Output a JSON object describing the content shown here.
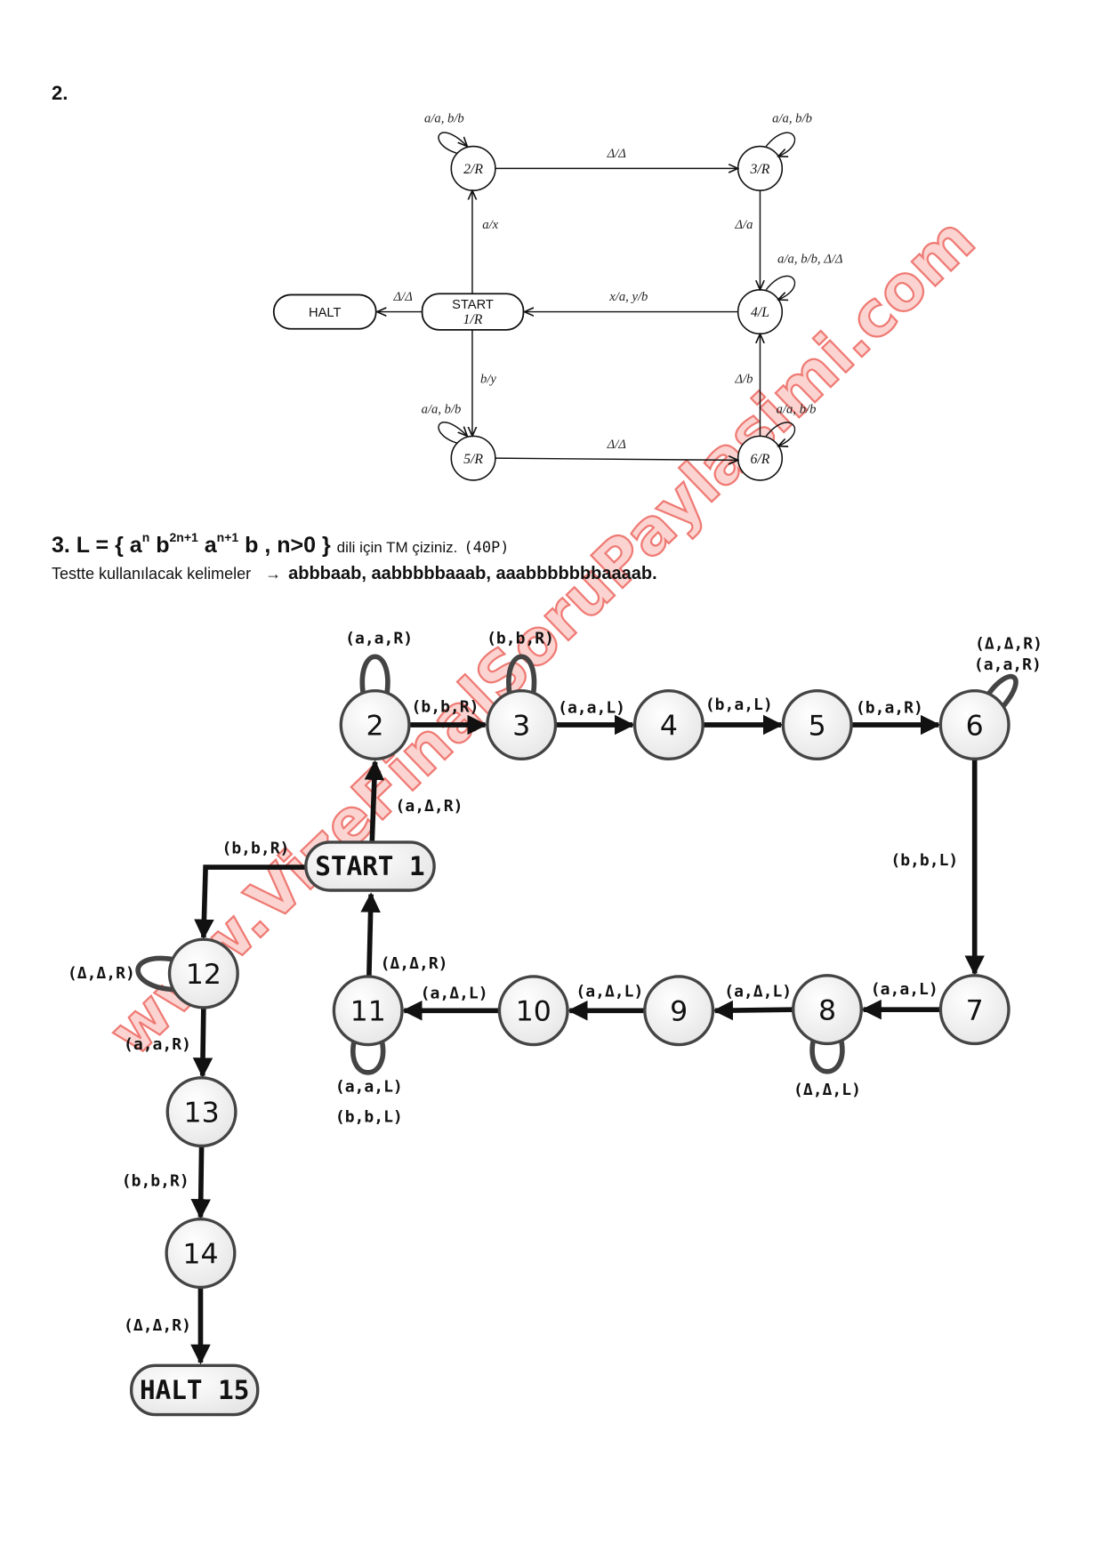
{
  "question2": {
    "number": "2.",
    "states": {
      "s2": "2/R",
      "s3": "3/R",
      "s4": "4/L",
      "s5": "5/R",
      "s6": "6/R",
      "start_line1": "START",
      "start_line2": "1/R",
      "halt": "HALT"
    },
    "edges": [
      {
        "from": "s2",
        "to": "s3",
        "label": "Δ/Δ"
      },
      {
        "from": "start",
        "to": "s2",
        "label": "a/x"
      },
      {
        "from": "s3",
        "to": "s4",
        "label": "Δ/a"
      },
      {
        "from": "s4",
        "to": "start",
        "label": "x/a, y/b"
      },
      {
        "from": "start",
        "to": "halt",
        "label": "Δ/Δ"
      },
      {
        "from": "start",
        "to": "s5",
        "label": "b/y"
      },
      {
        "from": "s5",
        "to": "s6",
        "label": "Δ/Δ"
      },
      {
        "from": "s6",
        "to": "s4",
        "label": "Δ/b"
      }
    ],
    "loops": [
      {
        "state": "s2",
        "label": "a/a, b/b"
      },
      {
        "state": "s3",
        "label": "a/a, b/b"
      },
      {
        "state": "s4",
        "label": "a/a, b/b, Δ/Δ"
      },
      {
        "state": "s5",
        "label": "a/a, b/b"
      },
      {
        "state": "s6",
        "label": "a/a, b/b"
      }
    ]
  },
  "question3": {
    "prefix": "3. L = {",
    "a1": "a",
    "e1": "n",
    "b1": "b",
    "e2": "2n+1",
    "a2": "a",
    "e3": "n+1",
    "tail": "b , n>0",
    "close": "}",
    "instruction": "dili için TM çiziniz.",
    "points": "(40P)",
    "test_label": "Testte kullanılacak kelimeler",
    "arrow": "→",
    "words": "abbbaab, aabbbbbaaab, aaabbbbbbbaaaab."
  },
  "answer_tm": {
    "states": {
      "start": "START 1",
      "b2": "2",
      "b3": "3",
      "b4": "4",
      "b5": "5",
      "b6": "6",
      "b7": "7",
      "b8": "8",
      "b9": "9",
      "b10": "10",
      "b11": "11",
      "b12": "12",
      "b13": "13",
      "b14": "14",
      "halt": "HALT 15"
    },
    "edges": [
      {
        "from": "start",
        "to": "b2",
        "label": "(a,Δ,R)"
      },
      {
        "from": "start",
        "to": "b12",
        "label": "(b,b,R)"
      },
      {
        "from": "b2",
        "to": "b3",
        "label": "(b,b,R)"
      },
      {
        "from": "b3",
        "to": "b4",
        "label": "(a,a,L)"
      },
      {
        "from": "b4",
        "to": "b5",
        "label": "(b,a,L)"
      },
      {
        "from": "b5",
        "to": "b6",
        "label": "(b,a,R)"
      },
      {
        "from": "b6",
        "to": "b7",
        "label": "(b,b,L)"
      },
      {
        "from": "b7",
        "to": "b8",
        "label": "(a,a,L)"
      },
      {
        "from": "b8",
        "to": "b9",
        "label": "(a,Δ,L)"
      },
      {
        "from": "b9",
        "to": "b10",
        "label": "(a,Δ,L)"
      },
      {
        "from": "b10",
        "to": "b11",
        "label": "(a,Δ,L)"
      },
      {
        "from": "b11",
        "to": "start",
        "label": "(Δ,Δ,R)"
      },
      {
        "from": "b12",
        "to": "b13",
        "label": "(a,a,R)"
      },
      {
        "from": "b13",
        "to": "b14",
        "label": "(b,b,R)"
      },
      {
        "from": "b14",
        "to": "halt",
        "label": "(Δ,Δ,R)"
      }
    ],
    "loops": [
      {
        "state": "b2",
        "labels": [
          "(a,a,R)"
        ]
      },
      {
        "state": "b3",
        "labels": [
          "(b,b,R)"
        ]
      },
      {
        "state": "b6",
        "labels": [
          "(Δ,Δ,R)",
          "(a,a,R)"
        ]
      },
      {
        "state": "b8",
        "labels": [
          "(Δ,Δ,L)"
        ]
      },
      {
        "state": "b11",
        "labels": [
          "(a,a,L)",
          "(b,b,L)"
        ]
      },
      {
        "state": "b12",
        "labels": [
          "(Δ,Δ,R)"
        ]
      }
    ]
  },
  "watermark": "www.VizeFinalSoruPaylasimi.com",
  "colors": {
    "watermark": "#e8403a",
    "node_fill": "#f2f2f2",
    "node_stroke": "#444444"
  }
}
